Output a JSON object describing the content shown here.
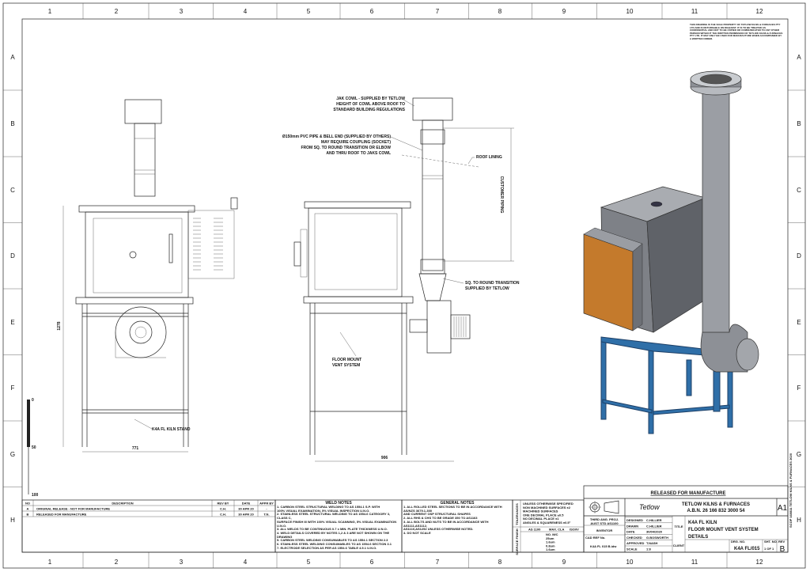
{
  "zones": {
    "columns": [
      "1",
      "2",
      "3",
      "4",
      "5",
      "6",
      "7",
      "8",
      "9",
      "10",
      "11",
      "12"
    ],
    "rows": [
      "A",
      "B",
      "C",
      "D",
      "E",
      "F",
      "G",
      "H"
    ]
  },
  "ownership_note": "THIS DRAWING IS THE SOLE PROPERTY OF TETLOW KILNS & FURNACES PTY LTD AND IS RETURNABLE ON REQUEST. IT IS TO BE TREATED AS CONFIDENTIAL AND NOT TO BE COPIED OR COMMUNICATED TO ANY OTHER PERSON WITHOUT THE WRITTEN PERMISSION OF TETLOW KILNS & FURNACES PTY LTD. IT MAY ONLY BE USED FOR MANUFACTURE WHEN ACCOMPANIED BY A WRITTEN ORDER.",
  "annotations": {
    "jak_cowl": [
      "JAK COWL - SUPPLIED BY TETLOW",
      "HEIGHT OF COWL ABOVE ROOF TO",
      "STANDARD BUILDING REGULATIONS"
    ],
    "pvc_pipe": [
      "Ø150mm PVC PIPE & BELL END (SUPPLIED BY OTHERS)",
      "MAY REQUIRE COUPLING (SOCKET)",
      "FROM SQ. TO ROUND TRANSITION OR ELBOW",
      "AND THRU ROOF TO JAKS COWL"
    ],
    "roof_lining": "ROOF LINING",
    "customer_piping": "CUSTOMER PIPING",
    "transition": [
      "SQ. TO ROUND TRANSITION",
      "SUPPLIED BY TETLOW"
    ],
    "vent_system": [
      "FLOOR MOUNT",
      "VENT SYSTEM"
    ],
    "kiln_stand": "K4A FL KILN STAND"
  },
  "dimensions": {
    "height": "1278",
    "front_width": "771",
    "side_width": "906"
  },
  "scale_bar": [
    "0",
    "50",
    "100"
  ],
  "revisions": {
    "headers": [
      "NO",
      "DESCRIPTION",
      "REV BY",
      "DATE",
      "APPR BY"
    ],
    "rows": [
      [
        "A",
        "ORIGINAL RELEASE - NOT FOR MANUFACTURE",
        "C.H.",
        "30 APR 20",
        "-"
      ],
      [
        "B",
        "RELEASED FOR MANUFACTURE",
        "C.H.",
        "30 APR 20",
        "T.N."
      ]
    ]
  },
  "weld_notes": {
    "title": "WELD NOTES",
    "items": [
      "1. CARBON STEEL STRUCTURAL WELDING TO AS 1554.1 S.P. WITH",
      "   100% VISUAL EXAMINATION, 5% VISUAL INSPECTION U.N.O.",
      "2. STAINLESS STEEL STRUCTURAL WELDING TO AS 1554.6 CATEGORY 3, CLASS C,",
      "   SURFACE FINISH III WITH 100% VISUAL SCANNING, 5% VISUAL EXAMINATION U.N.O.",
      "3. ALL WELDS TO BE CONTINUOUS 0.7 x MIN. PLATE THICKNESS U.N.O.",
      "4. WELD DETAILS COVERED BY NOTES 1,2 & 3 ARE NOT SHOWN ON THE DRAWING",
      "5. CARBON STEEL WELDING CONSUMABLES TO AS 1554.1 SECTION 2.3",
      "6. STAINLESS STEEL WELDING CONSUMABLES TO AS 1554.6 SECTION 3.1",
      "7. ELECTRODE SELECTION AS PER AS 1554.6 TABLE 4.5.1 U.N.O."
    ]
  },
  "general_notes": {
    "title": "GENERAL NOTES",
    "items": [
      "1. ALL ROLLED STEEL SECTIONS TO BE IN ACCORDANCE WITH AS/NZS 3679.1-300",
      "   AND CURRENT OSP STRUCTURAL SHAPES",
      "2. ALL RHS & CHS TO BE GRADE 350 TO AS1163",
      "3. ALL BOLTS AND NUTS TO BE IN ACCORDANCE WITH AS1111,AS1112,",
      "   AS1110,AS1252 UNLESS OTHERWISE NOTED.",
      "4. DO NOT SCALE"
    ]
  },
  "tolerances": {
    "label": "TOLERANCES",
    "lines": [
      "UNLESS OTHERWISE SPECIFIED",
      "NON MACHINED SURFACES ±2",
      "MACHINED SURFACES",
      "ONE DECIMAL PLACE ±0.5",
      "NO DECIMAL PLACE ±1",
      "ANGLES & SQUARENESS ±0.5°"
    ],
    "finish_label": "SURFACE FINISH",
    "finish_headers": [
      "AS 1100",
      "MAX. CLA",
      "ISO/IV"
    ],
    "finish_values": [
      "NO. M/C",
      "25um",
      "1.6um",
      "0.8um",
      "1.6um"
    ]
  },
  "title_block": {
    "status": "RELEASED FOR MANUFACTURE",
    "projection": [
      "THIRD ANG. PROJ.",
      "AUST STD AS1100"
    ],
    "software": "INVENTOR",
    "cad_ref_label": "CAD REF No.",
    "cad_ref": "K4A FL 015 B.idw",
    "logo": "Tetlow",
    "company": "TETLOW KILNS & FURNACES",
    "abn": "A.B.N. 26 166 832 3000 54",
    "sheet_size": "A1",
    "fields": [
      [
        "DESIGNED",
        "C.HILLIER"
      ],
      [
        "DRAWN",
        "C.HILLIER"
      ],
      [
        "DATE",
        "30/04/2020"
      ],
      [
        "CHECKED",
        "G.BOSWORTH"
      ],
      [
        "APPROVED",
        "T.NASH"
      ],
      [
        "SCALE",
        "1:8"
      ]
    ],
    "title_label": "TITLE",
    "title": [
      "K4A FL KILN",
      "FLOOR MOUNT VENT SYSTEM",
      "DETAILS"
    ],
    "client_label": "CLIENT",
    "dwg_no_label": "DRG. NO.",
    "dwg_no": "K4A FL/015",
    "sheet_label": "SHT. NO.",
    "sheet": "1 OF 1",
    "rev_label": "REV",
    "rev": "B",
    "side_strip": "SCOP 160811 TETLOW KILNS & FURNACES 2020"
  },
  "colors": {
    "line": "#222222",
    "stand": "#2f6fa8",
    "door": "#c47a2c",
    "body": "#8a8d93"
  }
}
